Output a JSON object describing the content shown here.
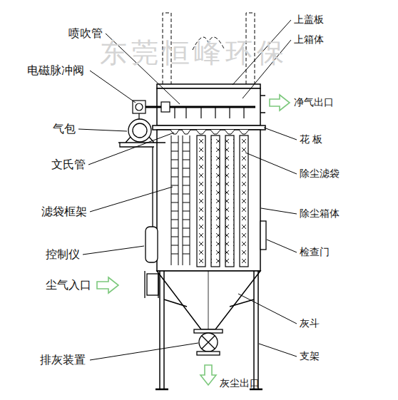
{
  "diagram": {
    "labels": [
      "喷吹管",
      "电磁脉冲阀",
      "气包",
      "文氏管",
      "滤袋框架",
      "控制仪",
      "尘气入口",
      "排灰装置",
      "上盖板",
      "上箱体",
      "净气出口",
      "花 板",
      "除尘滤袋",
      "除尘箱体",
      "检查门",
      "灰斗",
      "支架",
      "灰尘出口",
      "东莞恒峰环保"
    ]
  }
}
